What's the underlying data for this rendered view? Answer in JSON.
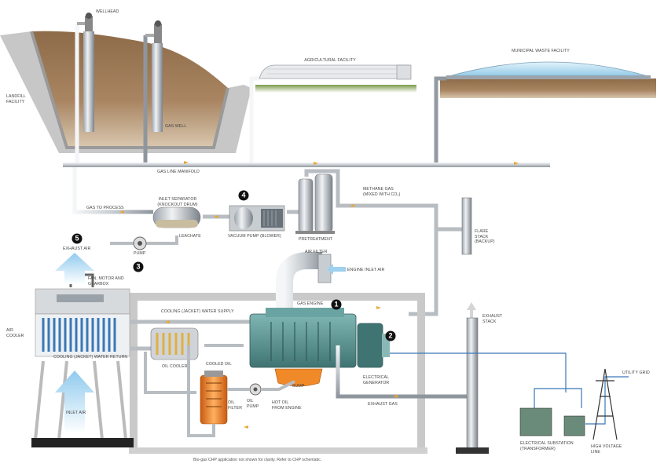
{
  "labels": {
    "wellhead": "WELLHEAD",
    "landfill_facility": "LANDFILL\nFACILITY",
    "gas_well": "GAS WELL",
    "agricultural_facility": "AGRICULTURAL FACILITY",
    "municipal_waste_facility": "MUNICIPAL WASTE FACILITY",
    "gas_line_manifold": "GAS LINE MANIFOLD",
    "gas_to_process": "GAS TO PROCESS",
    "inlet_separator": "INLET SEPARATOR\n(KNOCKOUT DRUM)",
    "leachate": "LEACHATE",
    "pump": "PUMP",
    "vacuum_pump": "VACUUM PUMP (BLOWER)",
    "pretreatment": "PRETREATMENT",
    "methane_gas": "METHANE GAS\n(mixed with CO₂)",
    "flare_stack": "FLARE\nSTACK\n(BACKUP)",
    "exhaust_air": "EXHAUST AIR",
    "air_filter": "AIR FILTER",
    "engine_inlet_air": "ENGINE INLET AIR",
    "fan_motor_gearbox": "FAN, MOTOR AND\nGEARBOX",
    "gas_engine": "GAS ENGINE",
    "cooling_water_supply": "COOLING (JACKET) WATER SUPPLY",
    "air_cooler": "AIR\nCOOLER",
    "cooling_water_return": "COOLING (JACKET) WATER RETURN",
    "oil_cooler": "OIL COOLER",
    "cooled_oil": "COOLED OIL",
    "sump": "SUMP",
    "electrical_generator": "ELECTRICAL\nGENERATOR",
    "oil_filter": "OIL\nFILTER",
    "oil_pump": "OIL\nPUMP",
    "hot_oil": "HOT OIL\nFROM ENGINE",
    "exhaust_gas": "EXHAUST GAS",
    "exhaust_stack": "EXHAUST\nSTACK",
    "inlet_air": "INLET AIR",
    "electrical_substation": "ELECTRICAL SUBSTATION\n(TRANSFORMER)",
    "high_voltage_line": "HIGH VOLTAGE\nLINE",
    "utility_grid": "UTILITY GRID"
  },
  "markers": [
    "1",
    "2",
    "3",
    "4",
    "5"
  ],
  "footnote": "Bio-gas CHP application not shown for clarity. Refer to CHP schematic.",
  "colors": {
    "soil": "#8a6a4a",
    "pipe": "#c8ccd0",
    "coolant": "#3a78b8",
    "air_arrow": "#9fd0ee",
    "engine": "#5e9a9a",
    "oil": "#e87a20",
    "flow_arrow": "#e8a83a",
    "number_marker": "#111111"
  }
}
